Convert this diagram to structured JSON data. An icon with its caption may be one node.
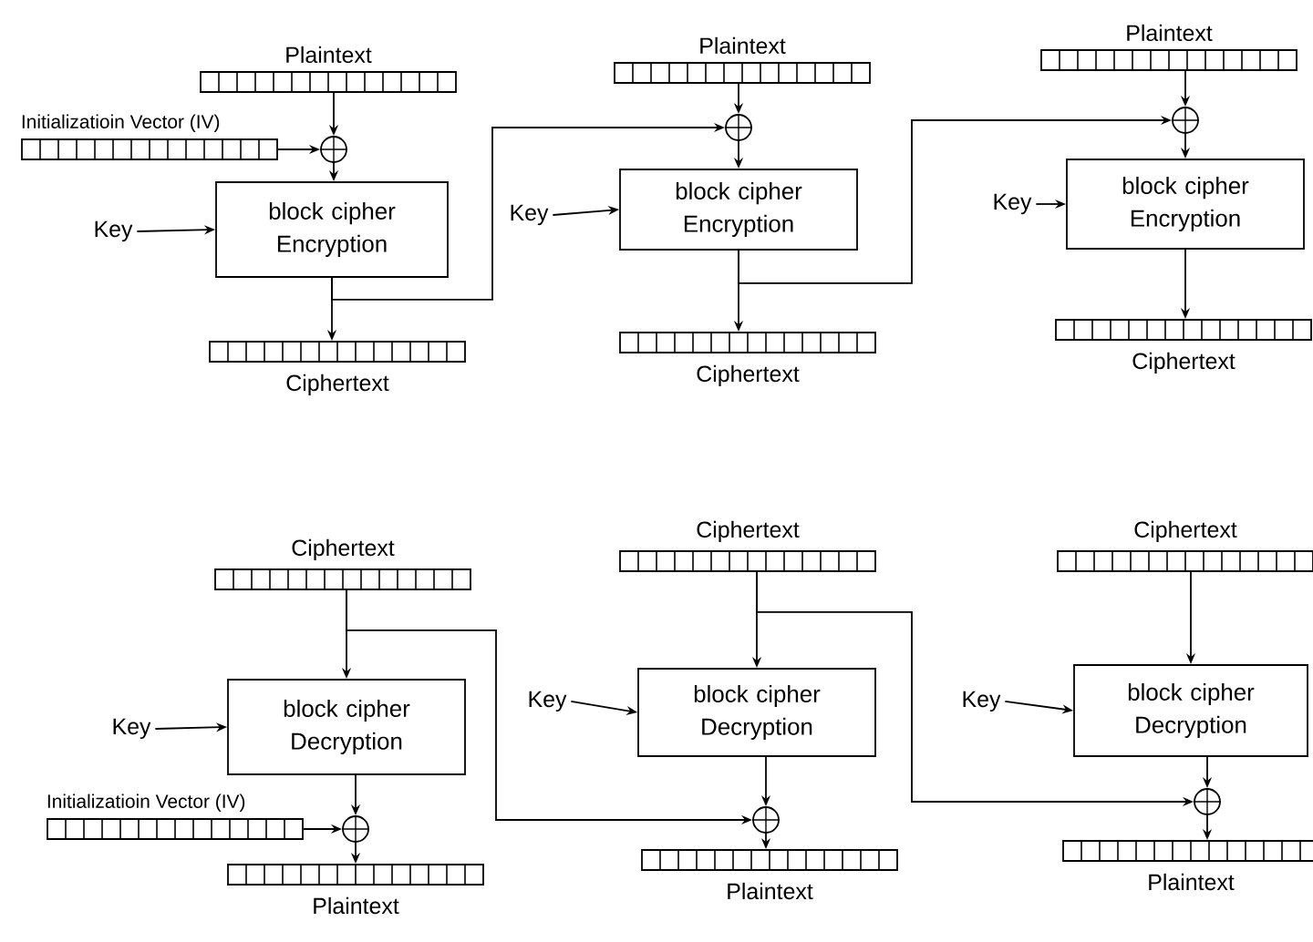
{
  "diagram": {
    "nodes": [
      {
        "text": [
          "Plaintext"
        ]
      },
      {
        "text": [
          "Initializatioin Vector (IV)"
        ]
      },
      {
        "text": [],
        "shape": "circle"
      },
      {
        "text": [
          "Key"
        ]
      },
      {
        "text": [
          "block cipher Encryption"
        ]
      },
      {
        "text": [
          "Ciphertext"
        ]
      },
      {
        "text": [
          "Plaintext"
        ]
      },
      {
        "text": [],
        "shape": "circle"
      },
      {
        "text": [
          "Key"
        ]
      },
      {
        "text": [
          "block cipher Encryption"
        ]
      },
      {
        "text": [
          "Ciphertext"
        ]
      },
      {
        "text": [
          "Plaintext"
        ]
      },
      {
        "text": [],
        "shape": "circle"
      },
      {
        "text": [
          "Key"
        ]
      },
      {
        "text": [
          "block cipher Encryption"
        ]
      },
      {
        "text": [
          "Ciphertext"
        ]
      },
      {
        "text": [
          "Ciphertext"
        ]
      },
      {
        "text": [
          "Key"
        ]
      },
      {
        "text": [
          "block cipher Decryption"
        ]
      },
      {
        "text": [
          "Initializatioin Vector (IV)"
        ]
      },
      {
        "text": [],
        "shape": "circle"
      },
      {
        "text": [
          "Plaintext"
        ]
      },
      {
        "text": [
          "Ciphertext"
        ]
      },
      {
        "text": [
          "Key"
        ]
      },
      {
        "text": [
          "block cipher Decryption"
        ]
      },
      {
        "text": [],
        "shape": "circle"
      },
      {
        "text": [
          "Plaintext"
        ]
      },
      {
        "text": [
          "Ciphertext"
        ]
      },
      {
        "text": [
          "Key"
        ]
      },
      {
        "text": [
          "block cipher Decryption"
        ]
      },
      {
        "text": [],
        "shape": "circle"
      },
      {
        "text": [
          "Plaintext"
        ]
      }
    ],
    "edges": [
      {
        "from": 0,
        "to": 2,
        "arrow": "to"
      },
      {
        "from": 1,
        "to": 2,
        "arrow": "to"
      },
      {
        "from": 2,
        "to": 4,
        "arrow": "to"
      },
      {
        "from": 3,
        "to": 4,
        "arrow": "to"
      },
      {
        "from": 4,
        "to": 5,
        "arrow": "to"
      },
      {
        "from": 4,
        "to": 7,
        "arrow": "to"
      },
      {
        "from": 6,
        "to": 7,
        "arrow": "to"
      },
      {
        "from": 7,
        "to": 9,
        "arrow": "to"
      },
      {
        "from": 8,
        "to": 9,
        "arrow": "to"
      },
      {
        "from": 9,
        "to": 10,
        "arrow": "to"
      },
      {
        "from": 9,
        "to": 12,
        "arrow": "to"
      },
      {
        "from": 11,
        "to": 12,
        "arrow": "to"
      },
      {
        "from": 12,
        "to": 14,
        "arrow": "to"
      },
      {
        "from": 13,
        "to": 14,
        "arrow": "to"
      },
      {
        "from": 14,
        "to": 15,
        "arrow": "to"
      },
      {
        "from": 16,
        "to": 18,
        "arrow": "to"
      },
      {
        "from": 16,
        "to": 25,
        "arrow": "to"
      },
      {
        "from": 17,
        "to": 18,
        "arrow": "to"
      },
      {
        "from": 18,
        "to": 20,
        "arrow": "to"
      },
      {
        "from": 19,
        "to": 20,
        "arrow": "to"
      },
      {
        "from": 20,
        "to": 21,
        "arrow": "to"
      },
      {
        "from": 22,
        "to": 24,
        "arrow": "to"
      },
      {
        "from": 22,
        "to": 30,
        "arrow": "to"
      },
      {
        "from": 23,
        "to": 24,
        "arrow": "to"
      },
      {
        "from": 24,
        "to": 25,
        "arrow": "to"
      },
      {
        "from": 25,
        "to": 26,
        "arrow": "to"
      },
      {
        "from": 27,
        "to": 29,
        "arrow": "to"
      },
      {
        "from": 28,
        "to": 29,
        "arrow": "to"
      },
      {
        "from": 29,
        "to": 30,
        "arrow": "to"
      },
      {
        "from": 30,
        "to": 31,
        "arrow": "to"
      }
    ]
  }
}
